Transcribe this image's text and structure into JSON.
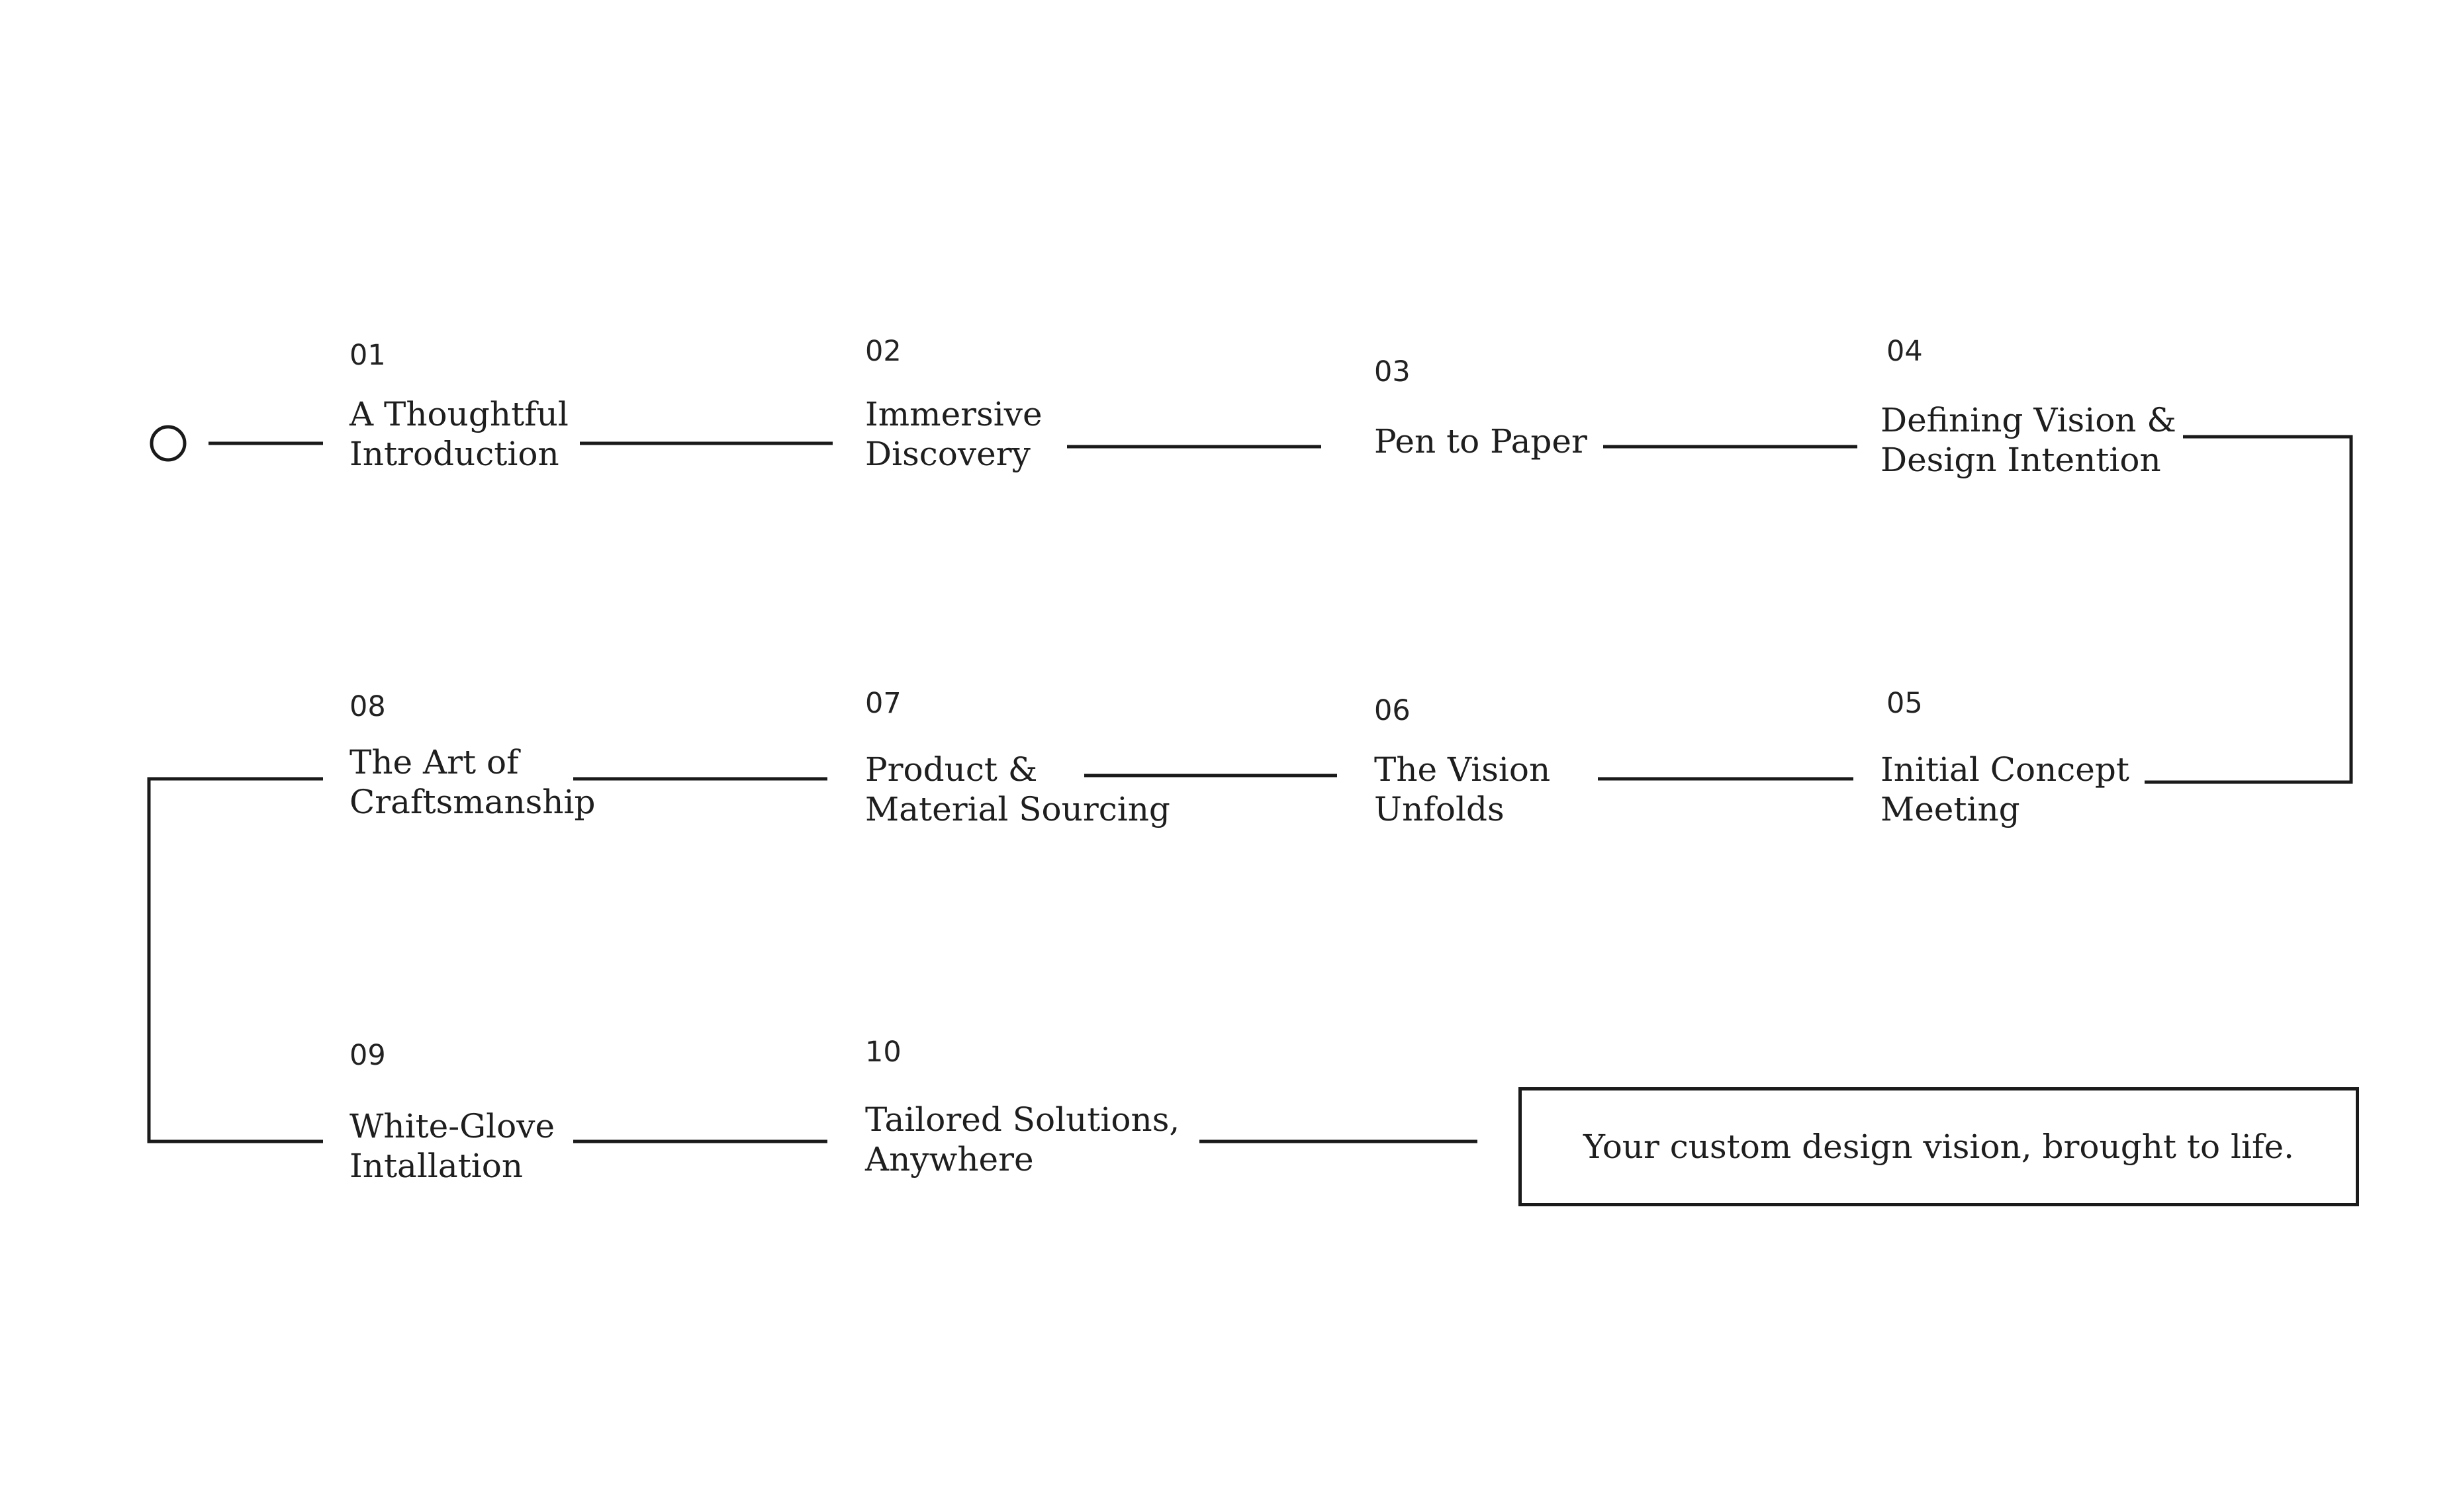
{
  "steps": [
    {
      "number": "01",
      "line1": "A Thoughtful",
      "line2": "Introduction"
    },
    {
      "number": "02",
      "line1": "Immersive",
      "line2": "Discovery"
    },
    {
      "number": "03",
      "line1": "Pen to Paper",
      "line2": ""
    },
    {
      "number": "04",
      "line1": "Defining Vision &",
      "line2": "Design Intention"
    },
    {
      "number": "05",
      "line1": "Initial Concept",
      "line2": "Meeting"
    },
    {
      "number": "06",
      "line1": "The Vision",
      "line2": "Unfolds"
    },
    {
      "number": "07",
      "line1": "Product &",
      "line2": "Material Sourcing"
    },
    {
      "number": "08",
      "line1": "The Art of",
      "line2": "Craftsmanship"
    },
    {
      "number": "09",
      "line1": "White-Glove",
      "line2": "Intallation"
    },
    {
      "number": "10",
      "line1": "Tailored Solutions,",
      "line2": "Anywhere"
    }
  ],
  "final_box": {
    "text": "Your custom design vision, brought to life."
  },
  "colors": {
    "line": "#1a1a1a",
    "text": "#1e1e1e",
    "background": "#ffffff"
  }
}
